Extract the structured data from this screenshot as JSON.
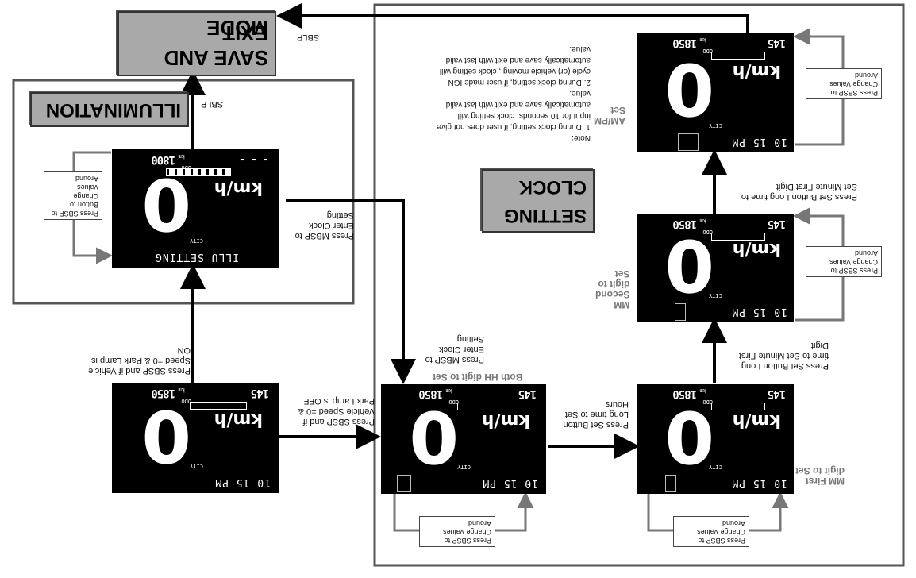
{
  "titles": {
    "mode_line1": "MODE",
    "mode_line2": "SAVE AND EXIT",
    "illumination": "ILLUMINATION",
    "clock_line1": "CLOCK",
    "clock_line2": "SETTING"
  },
  "labels": {
    "sblp_top": "SBLP",
    "sblp_illu": "SBLP",
    "to_illu": "Press SBSP and if Vehicle\nSpeed =0 & Park Lamp is\nON",
    "to_clock": "Press SBSP and if\nVehicle Speed =0 &\nPark Lamp is OFF",
    "illu_enter_clock": "Press MBSP to\nEnter Clock\nSetting",
    "clock_enter": "Press MBSP to\nEnter Clock\nSetting",
    "hh_set_note": "Both HH digit to Set",
    "set_hours": "Press Set Button\nLong time to Set\nHours",
    "mm_first_arrow": "Press Set Button Long\ntime to Set Minute First\nDigit",
    "mm_second_arrow": "Press Set Button Long time to\nSet Minute First Digit",
    "mm_first_desc": "MM First\ndigit to Set",
    "mm_second_desc": "MM\nSecond\ndigit to\nSet",
    "ampm_desc": "AM/PM\nSet",
    "change_values": "Press SBSP to\nChange Values\nAround",
    "illu_change": "Press SBSP to\nButton to\nChange\nValues\nAround",
    "note": "Note:\n1.  During clock setting, if user does not give\n     input for 10 seconds, clock setting will\n     automatically save and exit with last valid\n     value.\n2.  During clock setting, if user made IGN\n     cycle (or) vehicle moving , clock setting will\n     automatically save and exit with last valid\n     value."
  },
  "displays": {
    "main": {
      "odo": "1850",
      "odo_unit": "km",
      "trip": "145",
      "speed": "0",
      "unit": "km/h",
      "mode": "CITY",
      "time": "10 15 PM",
      "odo_lbl": "ODO"
    },
    "illu": {
      "odo": "1800",
      "odo_unit": "km",
      "trip": "- - -",
      "speed": "0",
      "unit": "km/h",
      "mode": "CITY",
      "time": "ILLU SETTING",
      "odo_lbl": "ODO"
    },
    "hh": {
      "odo": "1850",
      "odo_unit": "km",
      "trip": "145",
      "speed": "0",
      "unit": "km/h",
      "mode": "CITY",
      "time": "10 15 PM",
      "odo_lbl": "ODO"
    },
    "mm1": {
      "odo": "1850",
      "odo_unit": "km",
      "trip": "145",
      "speed": "0",
      "unit": "km/h",
      "mode": "CITY",
      "time": "10 15 PM",
      "odo_lbl": "ODO"
    },
    "mm2": {
      "odo": "1850",
      "odo_unit": "km",
      "trip": "145",
      "speed": "0",
      "unit": "km/h",
      "mode": "CITY",
      "time": "10 15 PM",
      "odo_lbl": "ODO"
    },
    "ampm": {
      "odo": "1850",
      "odo_unit": "km",
      "trip": "145",
      "speed": "0",
      "unit": "km/h",
      "mode": "CITY",
      "time": "10 15 PM",
      "odo_lbl": "ODO"
    }
  },
  "colors": {
    "gray_box": "#a9a9a9",
    "display_bg": "#000000",
    "arrow": "#000000",
    "loop": "#777777"
  }
}
